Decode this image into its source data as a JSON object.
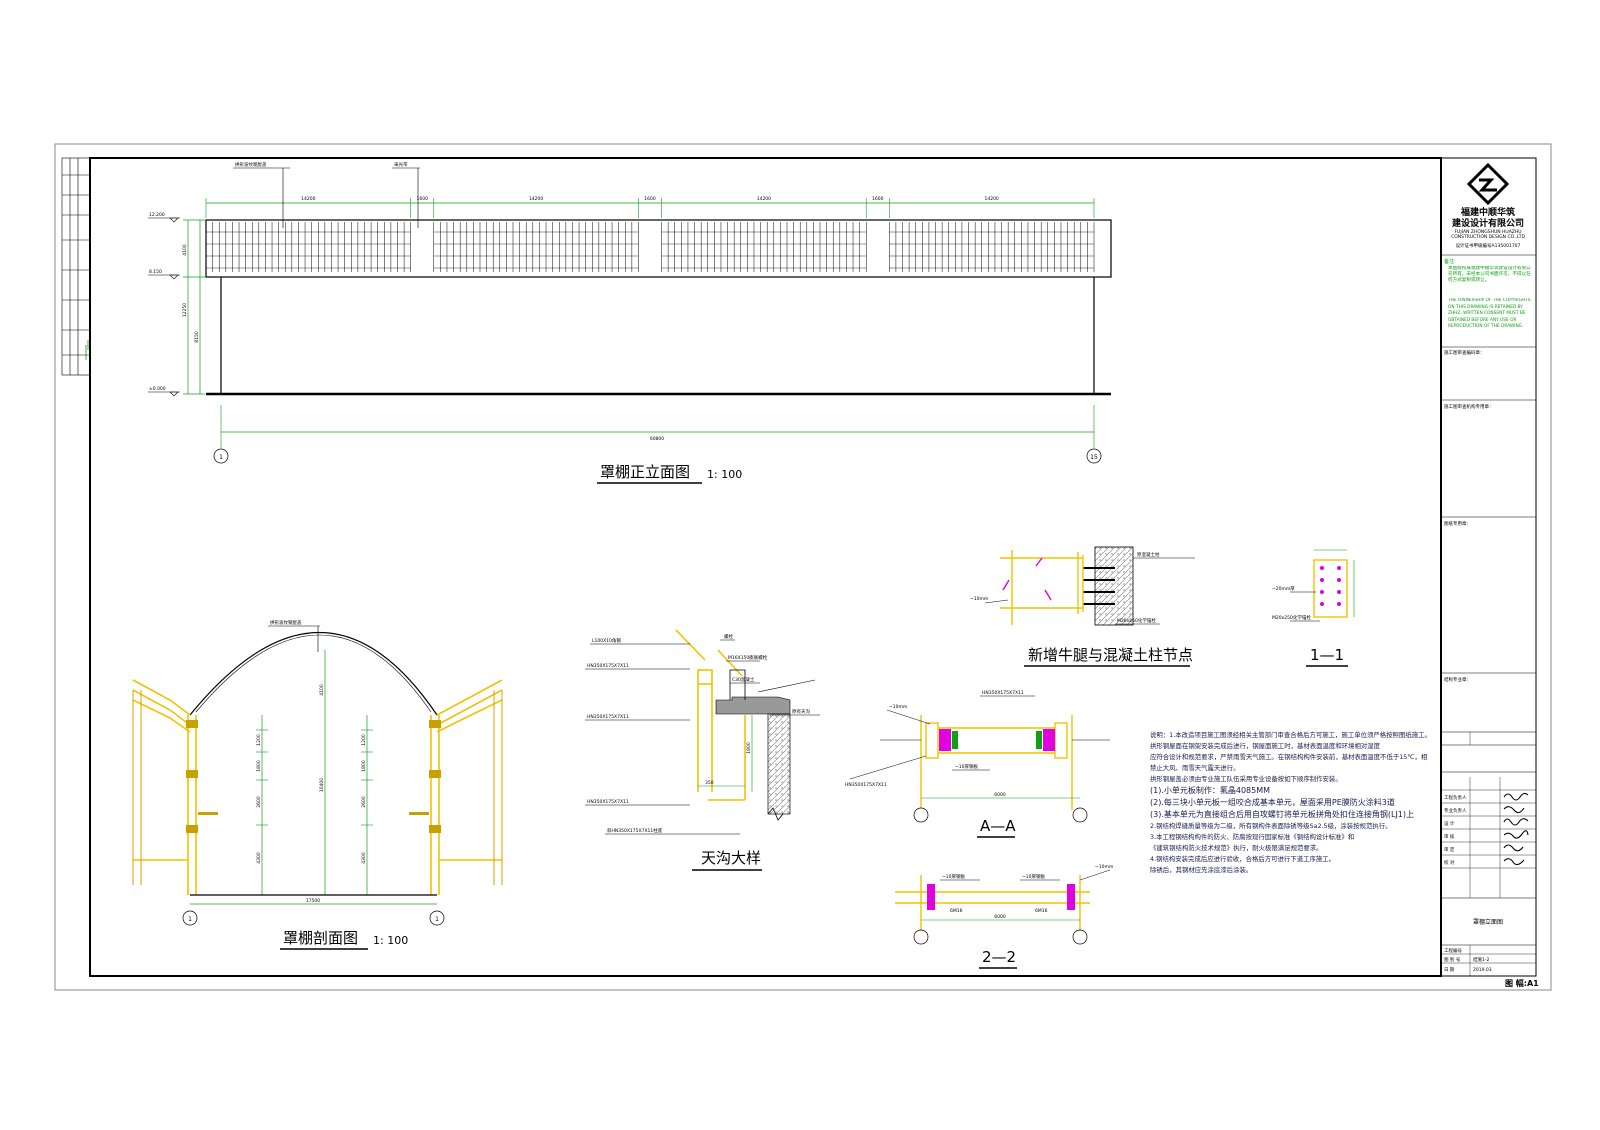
{
  "drawing": {
    "sheet_size": "图 幅:A1",
    "company": {
      "name_cn": "福建中顺华筑",
      "name_cn2": "建设设计有限公司",
      "name_en1": "FUJIAN ZHONGSHUN HUAZHU",
      "name_en2": "CONSTRUCTION DESIGN CO.,LTD",
      "cert": "设计证书甲级编号A135001707"
    },
    "notice_label": "备注:",
    "notice_cn": "本图版权属福建中顺华筑建设设计有限公司所有，未经本公司书面许可，不得以任何方式复制或转让。",
    "notice_en": "THE OWNERSHIP OF THE COPYRIGHTS ON THIS DRAWING IS RETAINED BY ZHHZ. WRITTEN CONSENT MUST BE OBTAINED BEFORE ANY USE OR REPRODUCTION OF THE DRAWING.",
    "stamp_label_1": "施工图审查编码章：",
    "stamp_label_2": "施工图审查机构专用章：",
    "stamp_label_3": "图纸专用章：",
    "stamp_label_4": "结构专业章：",
    "drawing_name": "罩棚立面图",
    "title_rows": [
      "工程负责人",
      "专业负责人",
      "设   计",
      "审   核",
      "审   定",
      "校   对"
    ],
    "misc": [
      "工程编号",
      "图 别 号",
      "日   期"
    ],
    "misc_values": [
      "结施1-2",
      "2019.03"
    ]
  },
  "elevation": {
    "label_top_left": "拱形波纹钢屋盖",
    "label_top_right": "采光带",
    "dims_top": [
      "14200",
      "1600",
      "14200",
      "1600",
      "14200",
      "1600",
      "14200"
    ],
    "levels": [
      "12.200",
      "8.150",
      "±0.000"
    ],
    "dims_left": [
      "4100",
      "12250",
      "8150"
    ],
    "total_length": "60800",
    "axis_start": "1",
    "axis_end": "15",
    "title": "罩棚正立面图",
    "scale": "1: 100"
  },
  "section": {
    "label": "拱形波纹钢屋盖",
    "dims_center": [
      "4100",
      "10400"
    ],
    "dims_left": [
      "1200",
      "1800",
      "2600",
      "4300"
    ],
    "dims_right": [
      "1200",
      "1800",
      "2600",
      "4300"
    ],
    "span": "17500",
    "axis_left": "1",
    "axis_right": "1",
    "title": "罩棚剖面图",
    "scale": "1: 100"
  },
  "gutter": {
    "labels": [
      "L100X10角钢",
      "HN350X175X7X11",
      "HN350X175X7X11",
      "HN350X175X7X11",
      "斜HN350X175X7X11柱底",
      "M16X150膨胀螺栓",
      "C30混凝土",
      "原有天沟",
      "螺栓"
    ],
    "dims": [
      "350",
      "1800"
    ],
    "title": "天沟大样"
  },
  "bracket": {
    "labels": [
      "原混凝土柱",
      "~10mm",
      "M20x250化学锚栓"
    ],
    "title": "新增牛腿与混凝土柱节点"
  },
  "detail11": {
    "labels": [
      "~20mm厚",
      "M20x250化学锚栓"
    ],
    "title": "1—1"
  },
  "detailAA": {
    "labels": [
      "~10mm",
      "HN350X175X7X11",
      "HN350X175X7X11",
      "~10厚钢板"
    ],
    "dim": "6000",
    "title": "A—A"
  },
  "detail22": {
    "labels": [
      "~10厚钢板",
      "~10厚钢板",
      "~10mm",
      "6M16",
      "6M16"
    ],
    "dim": "6000",
    "title": "2—2"
  },
  "notes": {
    "lines": [
      "说明：1.本改造项目施工图须经相关主管部门审查合格后方可施工，施工单位须严格按照图纸施工。",
      "拱形钢屋面在钢架安装完成后进行，钢屋面施工时，基材表面温度和环境相对湿度",
      "应符合设计和规范要求，严禁雨雪天气施工。在钢结构构件安装前，基材表面温度不低于15℃，相对湿度应满足要求，",
      "禁止大风、雨雪天气露天进行。",
      "拱形钢屋盖必须由专业施工队伍采用专业设备按如下顺序制作安装。",
      "(1).小单元板制作：氟晶4085MM",
      "(2).每三块小单元板一组咬合成基本单元，屋面采用PE膜防火涂料3道",
      "(3).基本单元为直接组合后用自攻螺钉将单元板拼角处扣住连接角钢(LJ1)上",
      "2.钢结构焊缝质量等级为二级，所有钢构件表面除锈等级Sa2.5级，涂装按规范执行。",
      "3.本工程钢结构构件的防火、防腐按现行国家标准《钢结构设计标准》和",
      "《建筑钢结构防火技术规范》执行，耐火极限满足规范要求。",
      "4.钢结构安装完成后应进行验收，合格后方可进行下道工序施工。",
      "除锈后，其钢材应先涂底漆后涂装。"
    ]
  }
}
